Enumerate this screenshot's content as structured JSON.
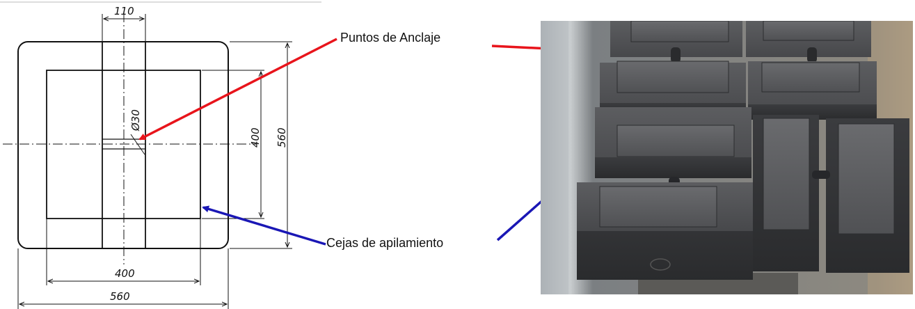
{
  "drawing": {
    "dimensions": {
      "top_width": "110",
      "hole_diameter": "Ø30",
      "inner_height": "400",
      "outer_height": "560",
      "inner_width": "400",
      "outer_width": "560"
    }
  },
  "callouts": {
    "anchor_points": "Puntos de Anclaje",
    "stacking_lips": "Cejas de apilamiento"
  },
  "colors": {
    "anchor_arrow": "#e8141b",
    "stack_arrow": "#1a17b5"
  }
}
